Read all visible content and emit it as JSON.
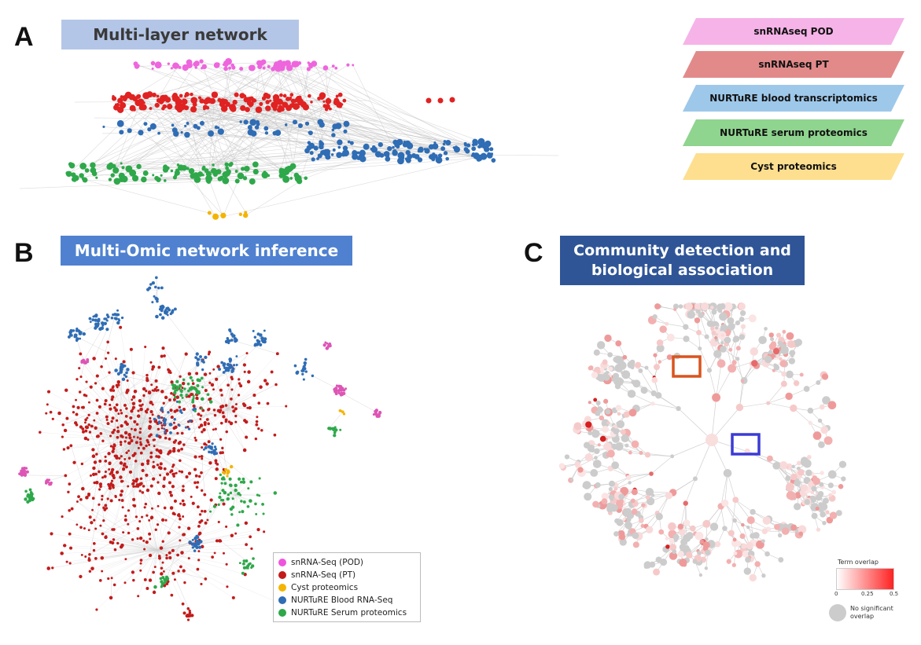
{
  "panels": {
    "a": {
      "letter": "A",
      "title": "Multi-layer network",
      "title_bg": "#b4c6e7",
      "title_color": "#3a3a3a"
    },
    "b": {
      "letter": "B",
      "title": "Multi-Omic network inference",
      "title_bg": "#4f81d0",
      "title_color": "#ffffff"
    },
    "c": {
      "letter": "C",
      "title_line1": "Community detection and",
      "title_line2": "biological association",
      "title_bg": "#2f5597",
      "title_color": "#ffffff"
    }
  },
  "layers": [
    {
      "label": "snRNAseq POD",
      "color": "#f6b3e8"
    },
    {
      "label": "snRNAseq PT",
      "color": "#e28a8a"
    },
    {
      "label": "NURTuRE blood transcriptomics",
      "color": "#9ec8ea"
    },
    {
      "label": "NURTuRE serum proteomics",
      "color": "#8fd48f"
    },
    {
      "label": "Cyst proteomics",
      "color": "#fddf8f"
    }
  ],
  "legend_b": [
    {
      "label": "snRNA-Seq (POD)",
      "color": "#ee55dd"
    },
    {
      "label": "snRNA-Seq (PT)",
      "color": "#c21b1b"
    },
    {
      "label": "Cyst proteomics",
      "color": "#f4b400"
    },
    {
      "label": "NURTuRE Blood RNA-Seq",
      "color": "#2f6db5"
    },
    {
      "label": "NURTuRE Serum proteomics",
      "color": "#2ea84a"
    }
  ],
  "legend_c": {
    "title": "Term overlap",
    "tick_min": "0",
    "tick_mid": "0.25",
    "tick_max": "0.5",
    "no_sig_line1": "No significant",
    "no_sig_line2": "overlap"
  },
  "highlight_colors": {
    "box1": "#d9541e",
    "box2": "#3b3bd6"
  }
}
